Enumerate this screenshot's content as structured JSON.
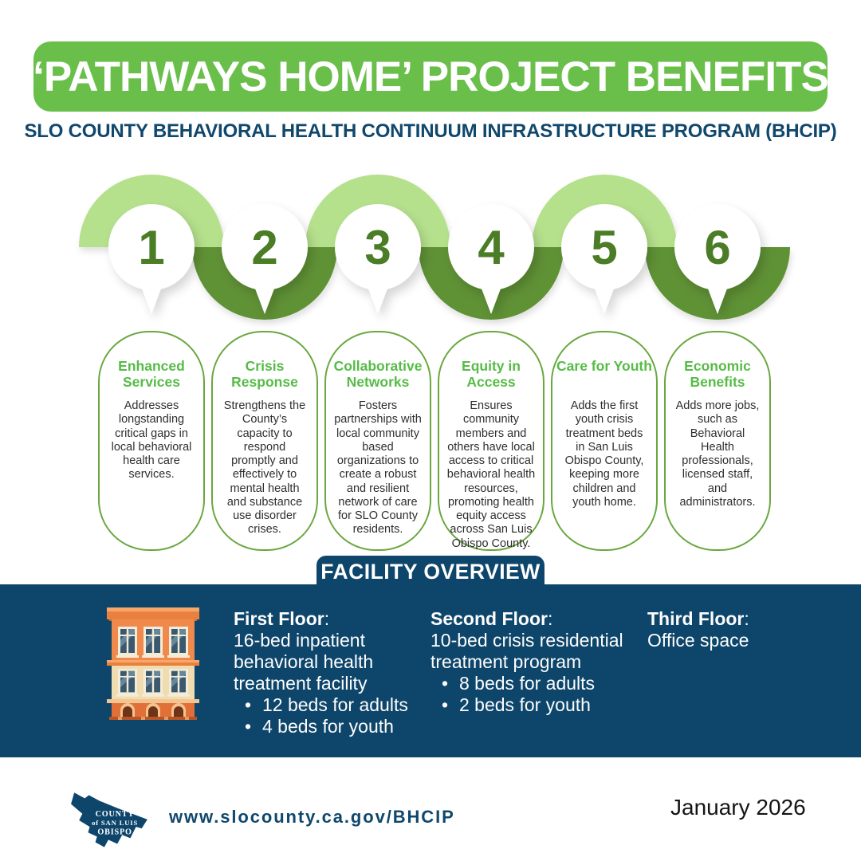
{
  "header": {
    "title": "‘PATHWAYS HOME’ PROJECT BENEFITS",
    "subtitle": "SLO COUNTY BEHAVIORAL HEALTH CONTINUUM INFRASTRUCTURE PROGRAM (BHCIP)"
  },
  "steps": [
    {
      "number": "1",
      "title": "Enhanced Services",
      "desc": "Addresses longstanding critical gaps in local behavioral health care services."
    },
    {
      "number": "2",
      "title": "Crisis Response",
      "desc": "Strengthens the County’s capacity to respond promptly and effectively to mental health and substance use disorder crises."
    },
    {
      "number": "3",
      "title": "Collaborative Networks",
      "desc": "Fosters partnerships with local community based organizations to create a robust and resilient network of care for SLO County residents."
    },
    {
      "number": "4",
      "title": "Equity in Access",
      "desc": "Ensures community members and others have local access to critical behavioral health resources, promoting health equity access across San Luis Obispo County."
    },
    {
      "number": "5",
      "title": "Care for Youth",
      "desc": "Adds the first youth crisis treatment beds in San Luis Obispo County, keeping more children and youth home."
    },
    {
      "number": "6",
      "title": "Economic Benefits",
      "desc": "Adds more jobs, such as Behavioral Health professionals, licensed staff, and administrators."
    }
  ],
  "facility": {
    "heading": "FACILITY OVERVIEW",
    "colon": ":",
    "floors": [
      {
        "title": "First Floor",
        "lines": [
          "16-bed inpatient",
          "behavioral health",
          "treatment facility"
        ],
        "bullets": [
          "12 beds for adults",
          "4 beds for youth"
        ]
      },
      {
        "title": "Second Floor",
        "lines": [
          "10-bed crisis residential",
          "treatment program"
        ],
        "bullets": [
          "8 beds for adults",
          "2 beds for youth"
        ]
      },
      {
        "title": "Third Floor",
        "lines": [
          "Office space"
        ],
        "bullets": []
      }
    ]
  },
  "footer": {
    "logo": {
      "line1": "COUNTY",
      "line2": "of SAN LUIS",
      "line3": "OBISPO"
    },
    "url": "www.slocounty.ca.gov/BHCIP",
    "date": "January 2026"
  },
  "colors": {
    "banner_green": "#6abf4b",
    "ribbon_light_green": "#b5e08c",
    "ribbon_dark_green": "#5e9135",
    "step_number_green": "#4b7d27",
    "card_title_green": "#56bc46",
    "card_border_green": "#6aa73f",
    "navy": "#0e466b",
    "building_orange": "#f08a4c",
    "building_cream": "#f0dcb1"
  }
}
